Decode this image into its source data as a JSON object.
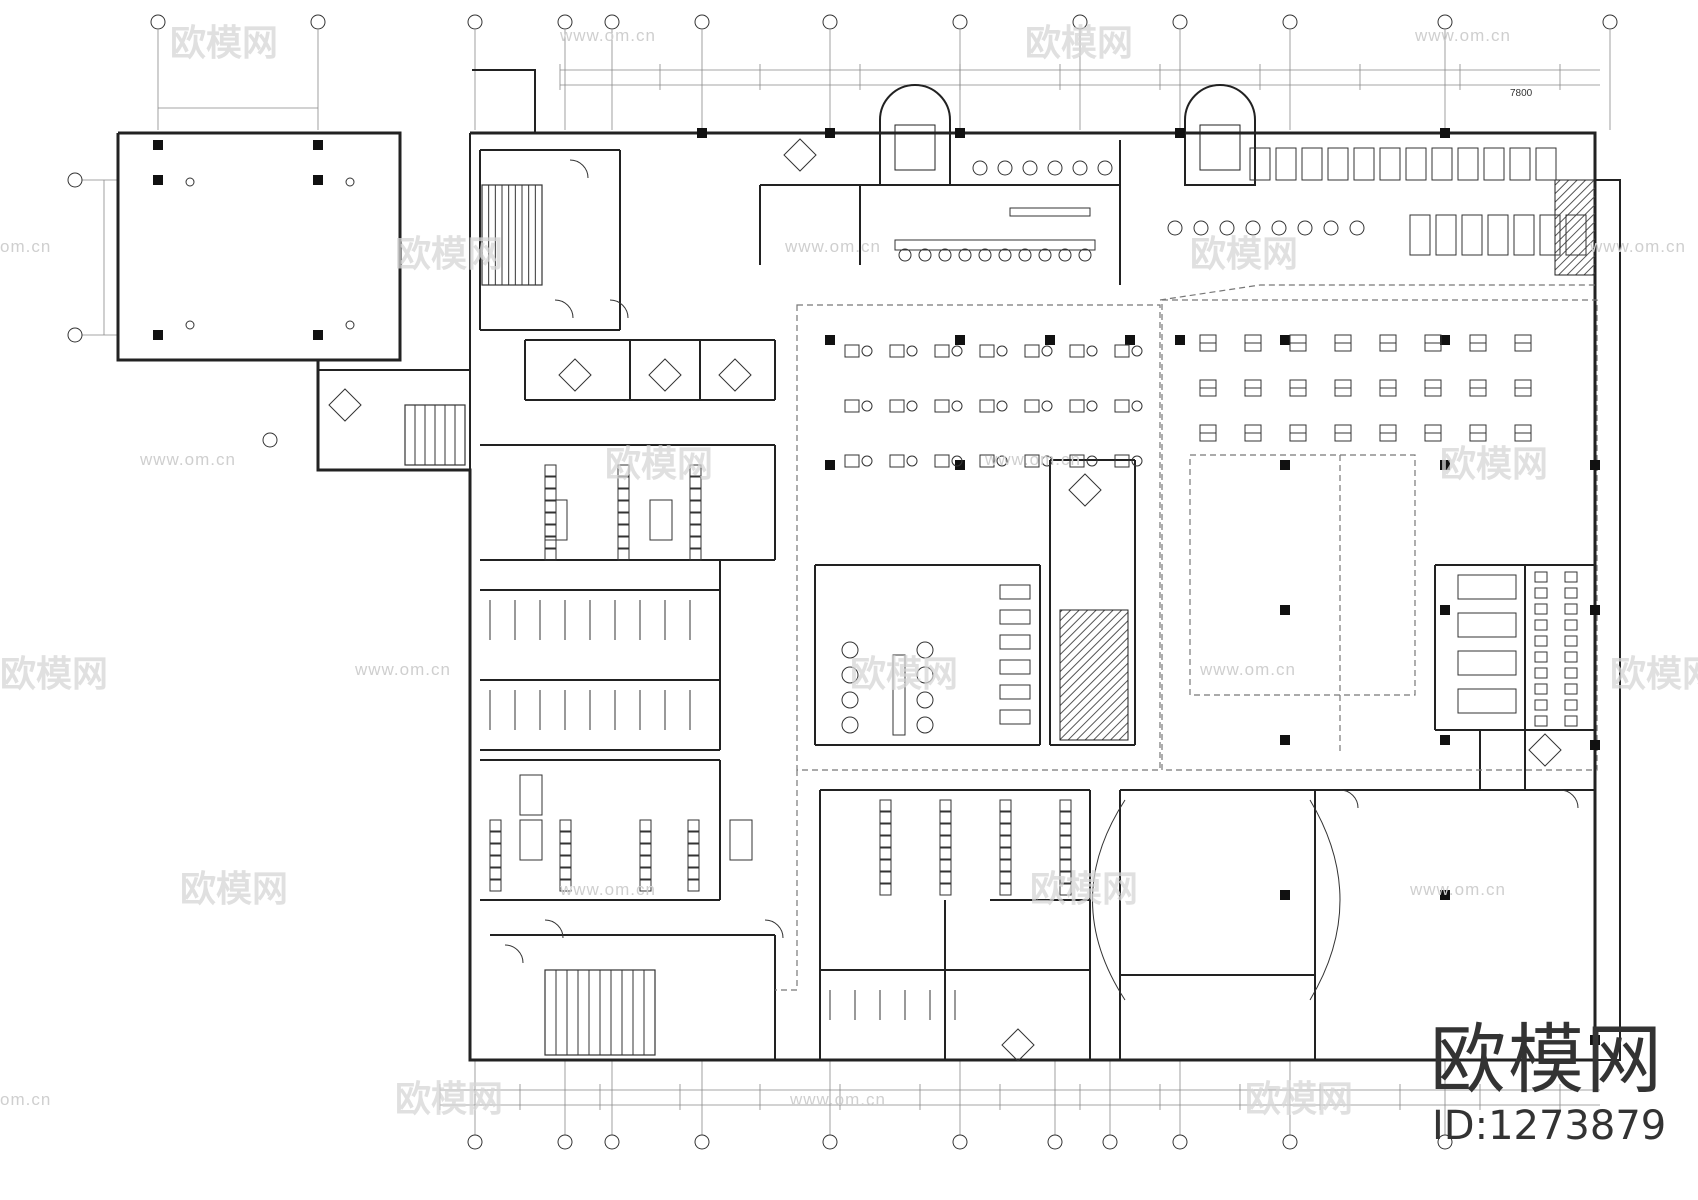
{
  "watermark": {
    "logo_text": "欧模网",
    "url_text": "www.om.cn",
    "url_short": "om.cn",
    "corner_brand": "欧模网",
    "corner_id": "ID:1273879"
  },
  "drawing": {
    "dimension_top_right": "7800",
    "colors": {
      "line": "#222222",
      "hatch": "#555555",
      "watermark": "#d6d6d6",
      "dashed": "#777777"
    }
  }
}
